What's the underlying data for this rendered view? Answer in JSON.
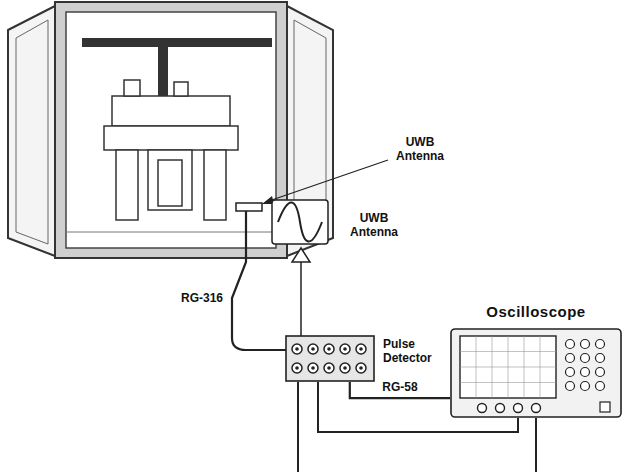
{
  "diagram": {
    "nodes": [
      {
        "text": [
          "Pulse Detector"
        ]
      },
      {
        "text": [
          "Oscilloscope"
        ]
      }
    ],
    "edges": [
      {
        "from": 0,
        "to": 1,
        "label": "RG-58",
        "arrow": "none"
      }
    ],
    "labels": [
      "UWB Antenna",
      "UWB Antenna",
      "RG-316"
    ]
  }
}
